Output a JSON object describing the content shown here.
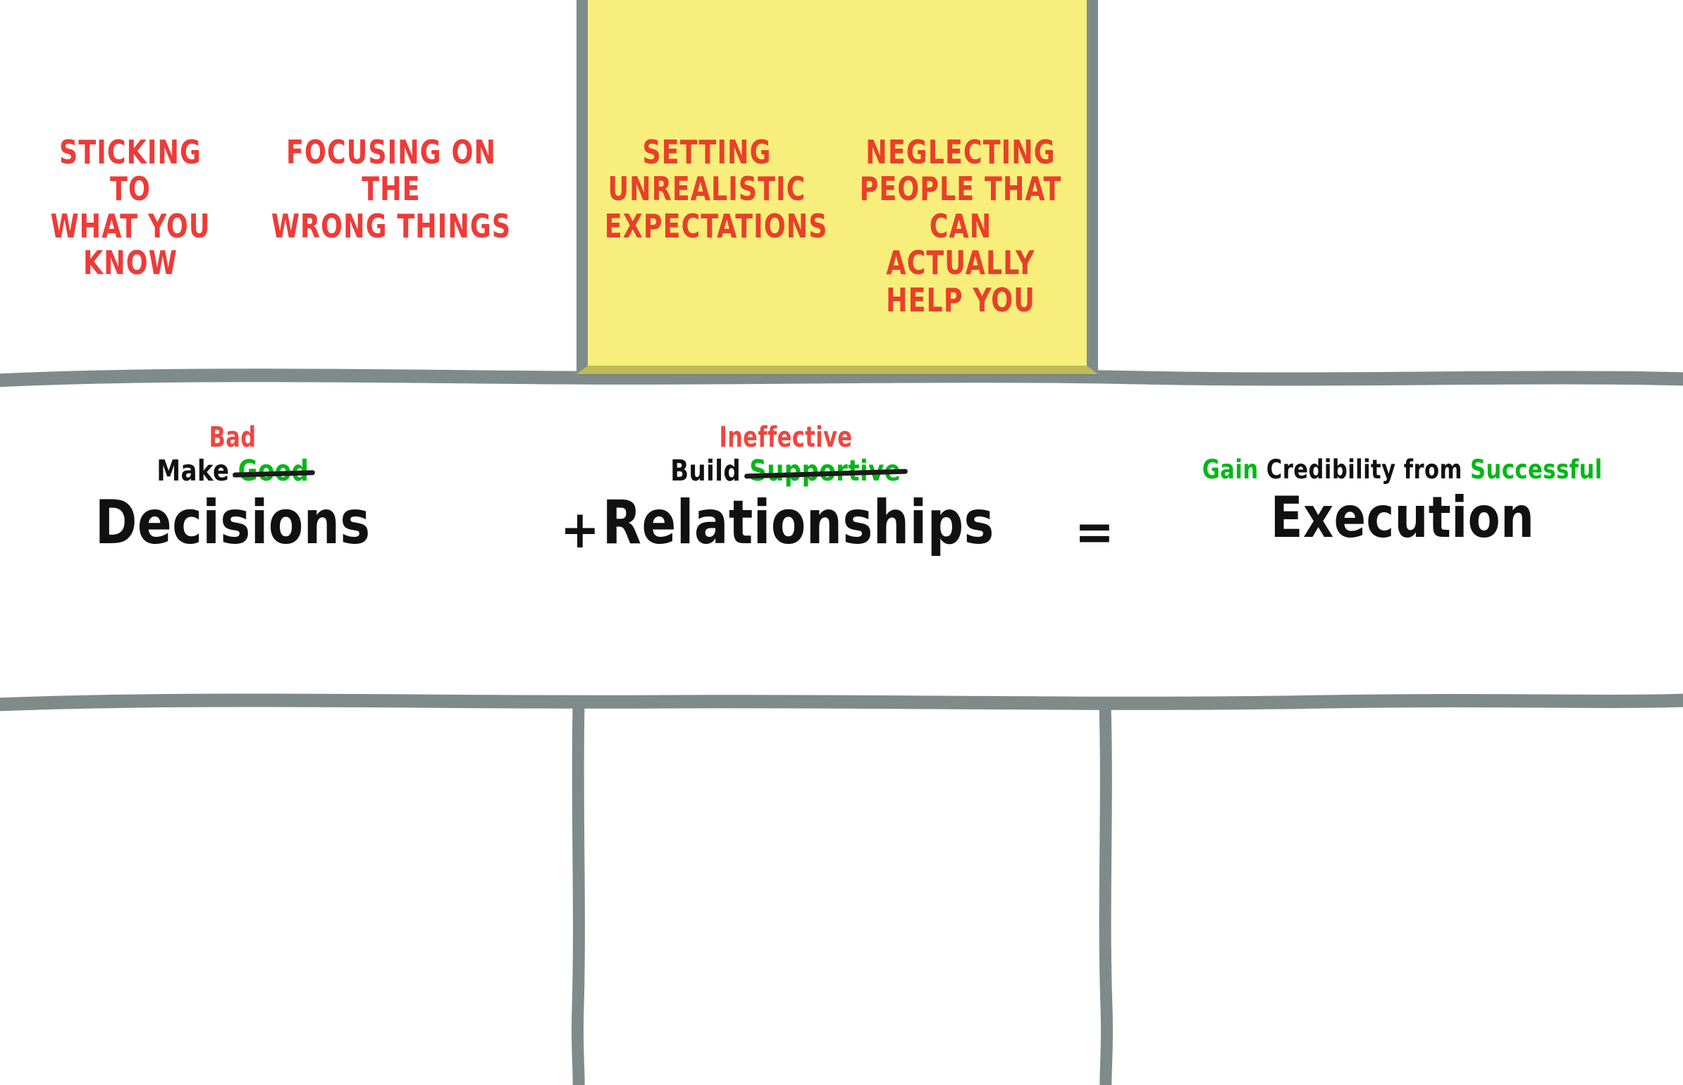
{
  "meta": {
    "title": "New Leader Pitfalls and Success Equation"
  },
  "colors": {
    "red": "#EE3B38",
    "red_on_note": "#E8402A",
    "green": "#00B715",
    "black": "#111111",
    "gray_rule": "#7F8B8B",
    "sticky_yellow": "#F8EE7B",
    "sticky_shadow": "#BFBA55",
    "background": "#FFFFFF"
  },
  "pitfalls": {
    "items": [
      {
        "id": "sticking-to-what-you-know",
        "text": "Sticking to\nwhat you\nknow",
        "on_sticky_note": false
      },
      {
        "id": "focusing-on-the-wrong-things",
        "text": "Focusing on the\nwrong things",
        "on_sticky_note": false
      },
      {
        "id": "setting-unrealistic-expectations",
        "text": "Setting\nunrealistic\nexpectations",
        "on_sticky_note": true
      },
      {
        "id": "neglecting-people-that-can-actually-help-you",
        "text": "Neglecting\npeople that\ncan actually\nhelp you",
        "on_sticky_note": true
      }
    ]
  },
  "sticky_note": {
    "label": "sticky-note",
    "color": "#F8EE7B"
  },
  "equation": {
    "terms": [
      {
        "id": "decisions",
        "qualifier_struck": "Good",
        "qualifier_replacement": "Bad",
        "verb": "Make",
        "noun": "Decisions"
      },
      {
        "id": "relationships",
        "qualifier_struck": "Supportive",
        "qualifier_replacement": "Ineffective",
        "verb": "Build",
        "noun": "Relationships"
      }
    ],
    "result": {
      "id": "execution",
      "lead_word": "Gain",
      "middle_words": "Credibility from",
      "trailing_word": "Successful",
      "noun": "Execution"
    },
    "operators": {
      "plus": "+",
      "equals": "="
    }
  },
  "bottom_grid": {
    "columns": [
      {
        "id": "bottom-column-left",
        "text": ""
      },
      {
        "id": "bottom-column-middle",
        "text": ""
      },
      {
        "id": "bottom-column-right",
        "text": ""
      }
    ]
  }
}
